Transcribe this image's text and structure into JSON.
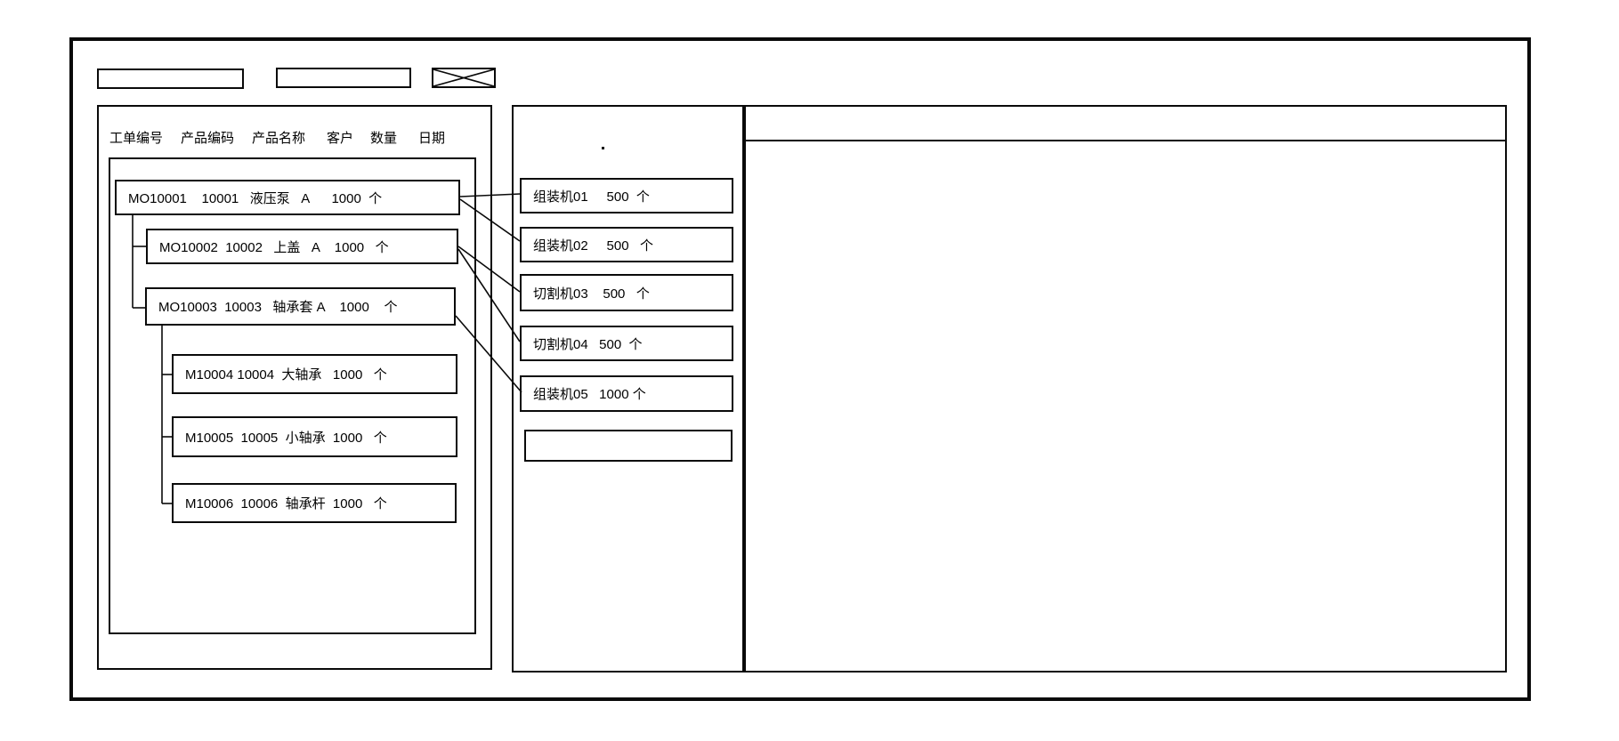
{
  "colors": {
    "line": "#0a0a0a",
    "background": "#ffffff"
  },
  "toolbar": {
    "field_1_value": "",
    "field_2_value": ""
  },
  "order_panel": {
    "columns": [
      "工单编号",
      "产品编码",
      "产品名称",
      "客户",
      "数量",
      "日期"
    ],
    "orders": [
      {
        "order_no": "MO10001",
        "product_code": "10001",
        "product_name": "液压泵",
        "customer": "A",
        "qty": "1000",
        "unit": "个",
        "level": 0,
        "display": "MO10001    10001   液压泵   A      1000  个"
      },
      {
        "order_no": "MO10002",
        "product_code": "10002",
        "product_name": "上盖",
        "customer": "A",
        "qty": "1000",
        "unit": "个",
        "level": 1,
        "display": "MO10002  10002   上盖   A    1000   个"
      },
      {
        "order_no": "MO10003",
        "product_code": "10003",
        "product_name": "轴承套",
        "customer": "A",
        "qty": "1000",
        "unit": "个",
        "level": 1,
        "display": "MO10003  10003   轴承套 A    1000    个"
      },
      {
        "order_no": "M10004",
        "product_code": "10004",
        "product_name": "大轴承",
        "customer": "",
        "qty": "1000",
        "unit": "个",
        "level": 2,
        "display": "M10004 10004  大轴承   1000   个"
      },
      {
        "order_no": "M10005",
        "product_code": "10005",
        "product_name": "小轴承",
        "customer": "",
        "qty": "1000",
        "unit": "个",
        "level": 2,
        "display": "M10005  10005  小轴承  1000   个"
      },
      {
        "order_no": "M10006",
        "product_code": "10006",
        "product_name": "轴承杆",
        "customer": "",
        "qty": "1000",
        "unit": "个",
        "level": 2,
        "display": "M10006  10006  轴承杆  1000   个"
      }
    ]
  },
  "machine_panel": {
    "machines": [
      {
        "name": "组装机01",
        "qty": "500",
        "unit": "个",
        "display": "组装机01     500  个"
      },
      {
        "name": "组装机02",
        "qty": "500",
        "unit": "个",
        "display": "组装机02     500   个"
      },
      {
        "name": "切割机03",
        "qty": "500",
        "unit": "个",
        "display": "切割机03    500   个"
      },
      {
        "name": "切割机04",
        "qty": "500",
        "unit": "个",
        "display": "切割机04   500  个"
      },
      {
        "name": "组装机05",
        "qty": "1000",
        "unit": "个",
        "display": "组装机05   1000 个"
      }
    ],
    "empty_slot": ""
  },
  "connections": [
    {
      "from": "MO10001",
      "to": "组装机01",
      "qty": "500"
    },
    {
      "from": "MO10001",
      "to": "组装机02",
      "qty": "500"
    },
    {
      "from": "MO10002",
      "to": "切割机03",
      "qty": "500"
    },
    {
      "from": "MO10002",
      "to": "切割机04",
      "qty": "500"
    },
    {
      "from": "MO10003",
      "to": "组装机05",
      "qty": "1000"
    }
  ]
}
